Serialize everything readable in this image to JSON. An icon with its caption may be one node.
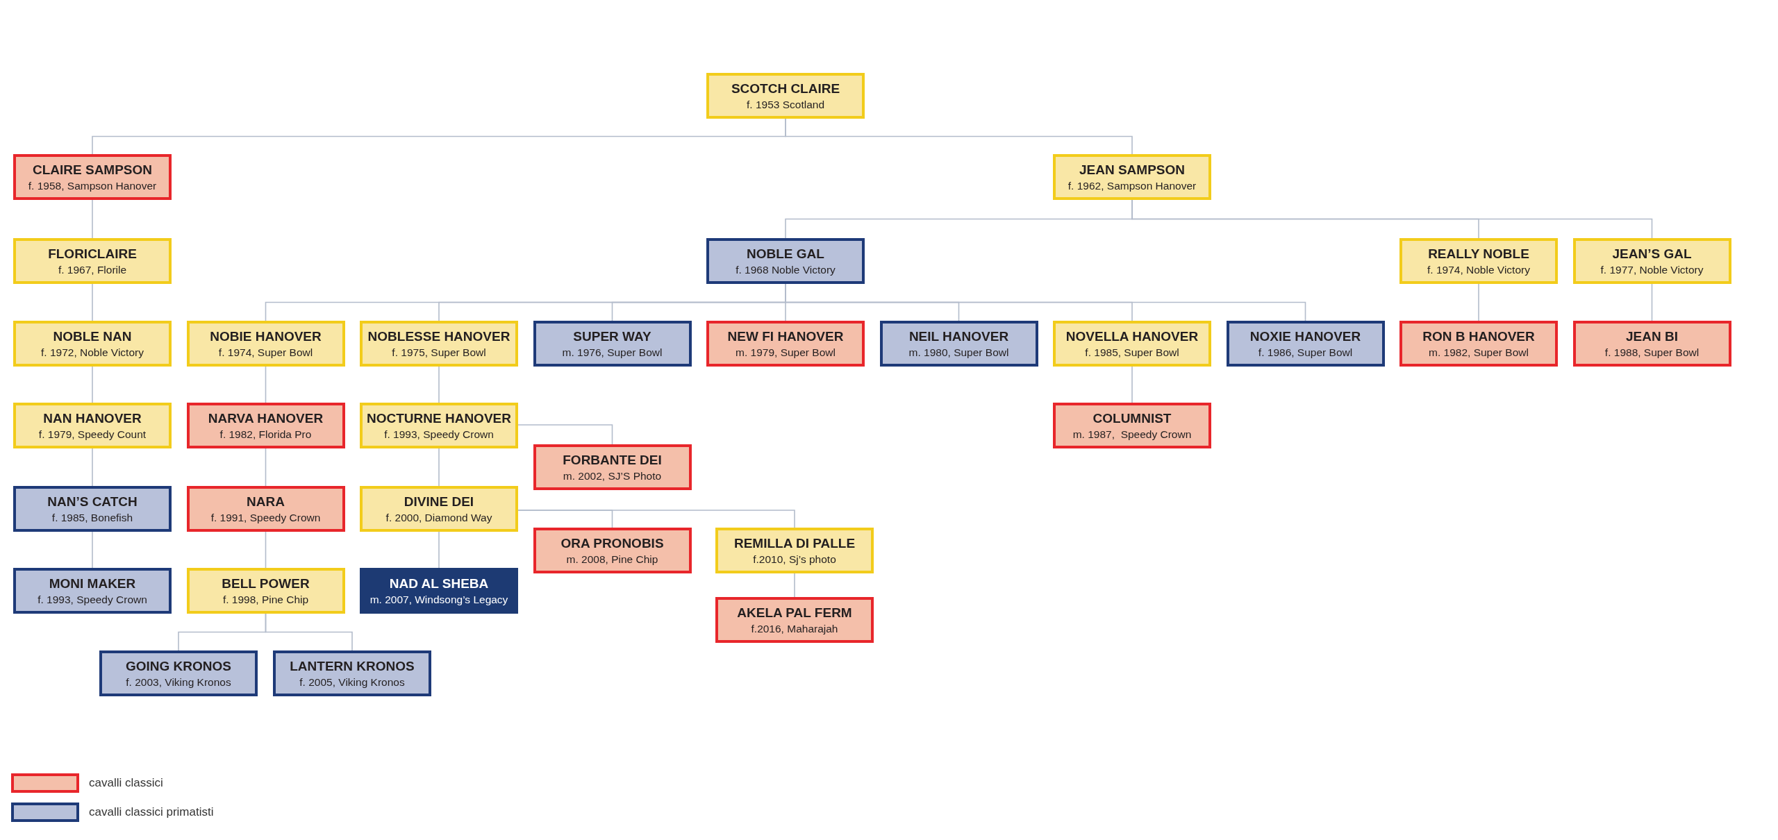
{
  "diagram": {
    "nodes": [
      {
        "text": [
          "SCOTCH CLAIRE",
          "f. 1953 Scotland"
        ]
      },
      {
        "text": [
          "CLAIRE SAMPSON",
          "f. 1958, Sampson Hanover"
        ]
      },
      {
        "text": [
          "JEAN SAMPSON",
          "f. 1962, Sampson Hanover"
        ]
      },
      {
        "text": [
          "FLORICLAIRE",
          "f. 1967, Florile"
        ]
      },
      {
        "text": [
          "NOBLE GAL",
          "f. 1968 Noble Victory"
        ]
      },
      {
        "text": [
          "REALLY NOBLE",
          "f. 1974, Noble Victory"
        ]
      },
      {
        "text": [
          "JEAN’S GAL",
          "f. 1977, Noble Victory"
        ]
      },
      {
        "text": [
          "NOBLE NAN",
          "f. 1972, Noble Victory"
        ]
      },
      {
        "text": [
          "NOBIE HANOVER",
          "f. 1974, Super Bowl"
        ]
      },
      {
        "text": [
          "NOBLESSE HANOVER",
          "f. 1975, Super Bowl"
        ]
      },
      {
        "text": [
          "SUPER WAY",
          "m. 1976, Super Bowl"
        ]
      },
      {
        "text": [
          "NEW FI HANOVER",
          "m. 1979, Super Bowl"
        ]
      },
      {
        "text": [
          "NEIL HANOVER",
          "m. 1980, Super Bowl"
        ]
      },
      {
        "text": [
          "NOVELLA HANOVER",
          "f. 1985, Super Bowl"
        ]
      },
      {
        "text": [
          "NOXIE HANOVER",
          "f. 1986, Super Bowl"
        ]
      },
      {
        "text": [
          "RON B HANOVER",
          "m. 1982, Super Bowl"
        ]
      },
      {
        "text": [
          "JEAN BI",
          "f. 1988, Super Bowl"
        ]
      },
      {
        "text": [
          "NAN HANOVER",
          "f. 1979, Speedy Count"
        ]
      },
      {
        "text": [
          "NARVA HANOVER",
          "f. 1982, Florida Pro"
        ]
      },
      {
        "text": [
          "NOCTURNE HANOVER",
          "f. 1993, Speedy Crown"
        ]
      },
      {
        "text": [
          "COLUMNIST",
          "m. 1987,  Speedy Crown"
        ]
      },
      {
        "text": [
          "FORBANTE DEI",
          "m. 2002, SJ’S Photo"
        ]
      },
      {
        "text": [
          "NAN’S CATCH",
          "f. 1985, Bonefish"
        ]
      },
      {
        "text": [
          "NARA",
          "f. 1991, Speedy Crown"
        ]
      },
      {
        "text": [
          "DIVINE DEI",
          "f. 2000, Diamond Way"
        ]
      },
      {
        "text": [
          "ORA PRONOBIS",
          "m. 2008, Pine Chip"
        ]
      },
      {
        "text": [
          "REMILLA DI PALLE",
          "f.2010, Sj’s photo"
        ]
      },
      {
        "text": [
          "MONI MAKER",
          "f. 1993, Speedy Crown"
        ]
      },
      {
        "text": [
          "BELL POWER",
          "f. 1998, Pine Chip"
        ]
      },
      {
        "text": [
          "NAD AL SHEBA",
          "m. 2007, Windsong’s Legacy"
        ]
      },
      {
        "text": [
          "AKELA PAL FERM",
          "f.2016, Maharajah"
        ]
      },
      {
        "text": [
          "GOING KRONOS",
          "f. 2003, Viking Kronos"
        ]
      },
      {
        "text": [
          "LANTERN KRONOS",
          "f. 2005, Viking Kronos"
        ]
      }
    ],
    "edges": [
      {
        "from": 0,
        "to": 1,
        "arrow": "none"
      },
      {
        "from": 0,
        "to": 2,
        "arrow": "none"
      },
      {
        "from": 1,
        "to": 3,
        "arrow": "none"
      },
      {
        "from": 2,
        "to": 4,
        "arrow": "none"
      },
      {
        "from": 2,
        "to": 5,
        "arrow": "none"
      },
      {
        "from": 2,
        "to": 6,
        "arrow": "none"
      },
      {
        "from": 3,
        "to": 7,
        "arrow": "none"
      },
      {
        "from": 4,
        "to": 8,
        "arrow": "none"
      },
      {
        "from": 4,
        "to": 9,
        "arrow": "none"
      },
      {
        "from": 4,
        "to": 10,
        "arrow": "none"
      },
      {
        "from": 4,
        "to": 11,
        "arrow": "none"
      },
      {
        "from": 4,
        "to": 12,
        "arrow": "none"
      },
      {
        "from": 4,
        "to": 13,
        "arrow": "none"
      },
      {
        "from": 4,
        "to": 14,
        "arrow": "none"
      },
      {
        "from": 5,
        "to": 15,
        "arrow": "none"
      },
      {
        "from": 6,
        "to": 16,
        "arrow": "none"
      },
      {
        "from": 7,
        "to": 17,
        "arrow": "none"
      },
      {
        "from": 8,
        "to": 18,
        "arrow": "none"
      },
      {
        "from": 9,
        "to": 19,
        "arrow": "none"
      },
      {
        "from": 13,
        "to": 20,
        "arrow": "none"
      },
      {
        "from": 19,
        "to": 21,
        "arrow": "none"
      },
      {
        "from": 17,
        "to": 22,
        "arrow": "none"
      },
      {
        "from": 18,
        "to": 23,
        "arrow": "none"
      },
      {
        "from": 19,
        "to": 24,
        "arrow": "none"
      },
      {
        "from": 24,
        "to": 25,
        "arrow": "none"
      },
      {
        "from": 24,
        "to": 26,
        "arrow": "none"
      },
      {
        "from": 22,
        "to": 27,
        "arrow": "none"
      },
      {
        "from": 23,
        "to": 28,
        "arrow": "none"
      },
      {
        "from": 24,
        "to": 29,
        "arrow": "none"
      },
      {
        "from": 26,
        "to": 30,
        "arrow": "none"
      },
      {
        "from": 28,
        "to": 31,
        "arrow": "none"
      },
      {
        "from": 28,
        "to": 32,
        "arrow": "none"
      }
    ],
    "legend": [
      {
        "text": "cavalli classici",
        "color": "#f4bfaa"
      },
      {
        "text": "cavalli classici primatisti",
        "color": "#b8c1da"
      }
    ]
  }
}
